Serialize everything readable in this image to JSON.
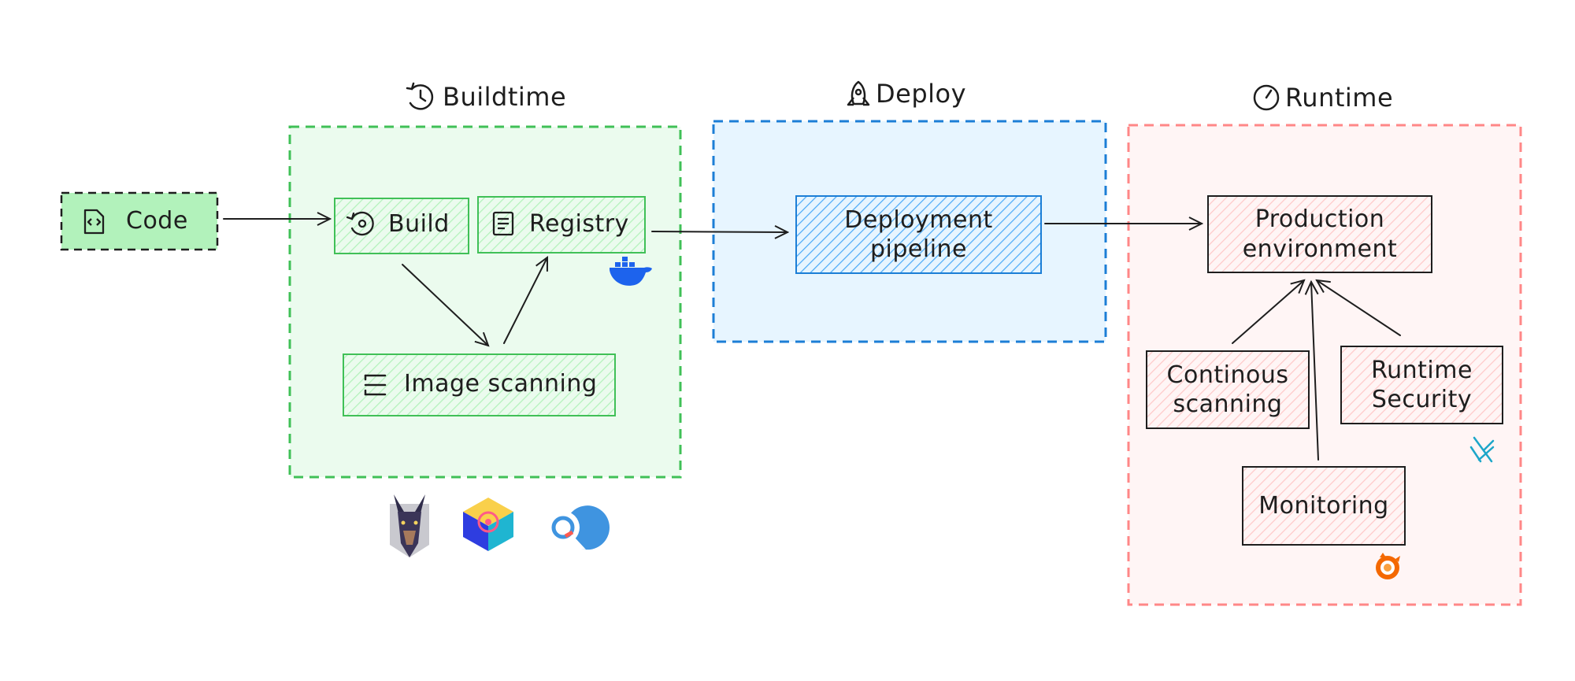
{
  "stages": {
    "buildtime": {
      "title": "Buildtime",
      "icon": "history-icon"
    },
    "deploy": {
      "title": "Deploy",
      "icon": "rocket-icon"
    },
    "runtime": {
      "title": "Runtime",
      "icon": "clock-icon"
    }
  },
  "nodes": {
    "code": {
      "label": "Code",
      "icon": "code-file-icon"
    },
    "build": {
      "label": "Build",
      "icon": "gear-refresh-icon"
    },
    "registry": {
      "label": "Registry",
      "icon": "document-icon"
    },
    "image_scanning": {
      "label": "Image scanning",
      "icon": "scan-icon"
    },
    "deployment_pipeline": {
      "line1": "Deployment",
      "line2": "pipeline"
    },
    "production_environment": {
      "line1": "Production",
      "line2": "environment"
    },
    "continous_scanning": {
      "line1": "Continous",
      "line2": "scanning"
    },
    "runtime_security": {
      "line1": "Runtime",
      "line2": "Security"
    },
    "monitoring": {
      "label": "Monitoring"
    }
  },
  "logos": [
    "docker-logo-icon",
    "dog-mascot-logo-icon",
    "cube-radar-logo-icon",
    "chat-dial-logo-icon",
    "falco-logo-icon",
    "grafana-logo-icon"
  ],
  "colors": {
    "green_stroke": "#40c057",
    "green_fill": "#ebfbee",
    "green_node": "#b2f2bb",
    "blue_stroke": "#1c7ed6",
    "blue_fill": "#e7f5ff",
    "blue_node": "#a5d8ff",
    "red_stroke": "#ff8787",
    "red_fill": "#fff5f5",
    "red_node": "#ffc9c9",
    "ink": "#1e1e1e"
  }
}
